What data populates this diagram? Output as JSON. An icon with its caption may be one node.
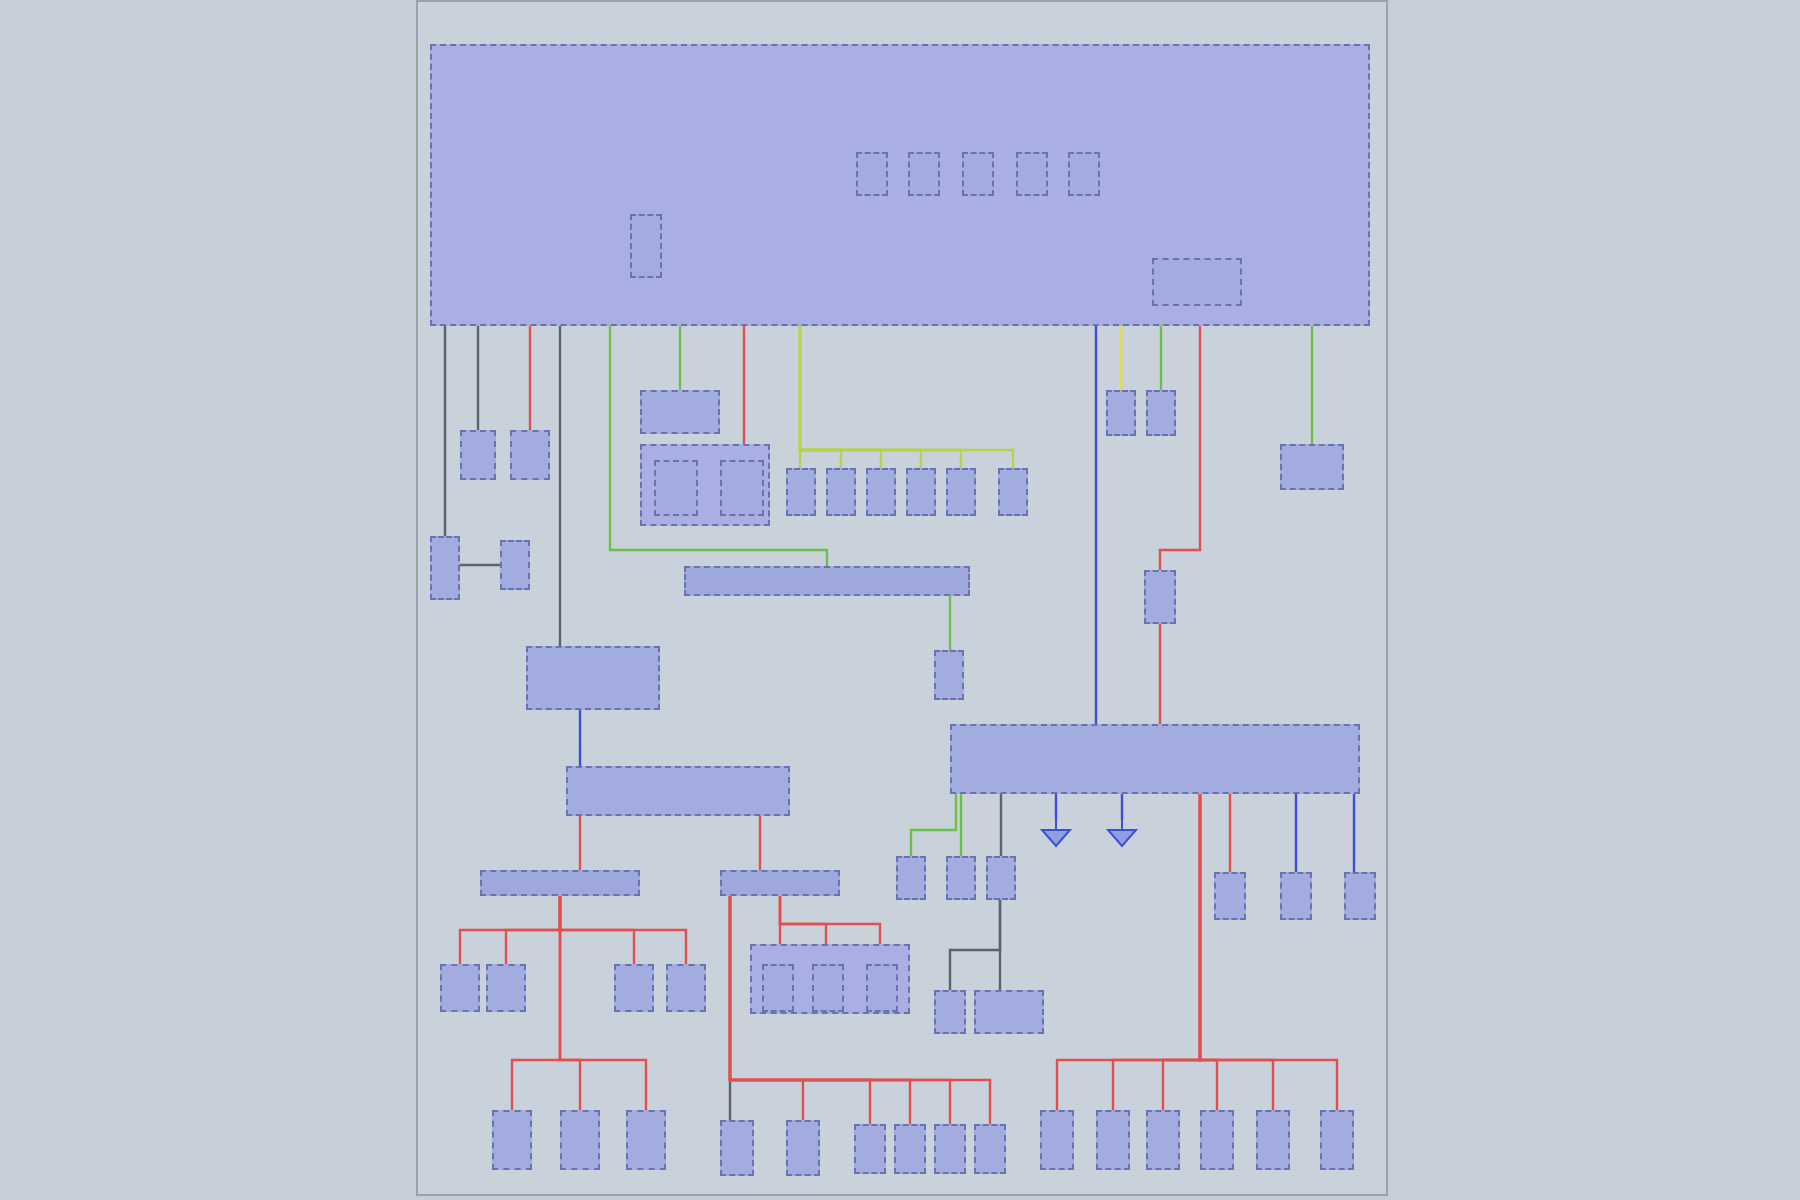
{
  "diagram": {
    "nodes": [
      {
        "text": [],
        "shape": "box"
      },
      {
        "text": [],
        "shape": "box",
        "in": 0
      },
      {
        "text": [],
        "shape": "box",
        "in": 0
      },
      {
        "text": [],
        "shape": "box",
        "in": 0
      },
      {
        "text": [],
        "shape": "box",
        "in": 0
      },
      {
        "text": [],
        "shape": "box",
        "in": 0
      },
      {
        "text": [],
        "shape": "box",
        "in": 0
      },
      {
        "text": [],
        "shape": "box",
        "in": 0
      },
      {
        "text": [],
        "shape": "box"
      },
      {
        "text": [],
        "shape": "box"
      },
      {
        "text": [],
        "shape": "box"
      },
      {
        "text": [],
        "shape": "box"
      },
      {
        "text": [],
        "shape": "box"
      },
      {
        "text": [],
        "shape": "box"
      },
      {
        "text": [],
        "shape": "box",
        "in": 13
      },
      {
        "text": [],
        "shape": "box",
        "in": 13
      },
      {
        "text": [],
        "shape": "box"
      },
      {
        "text": [],
        "shape": "box"
      },
      {
        "text": [],
        "shape": "box"
      },
      {
        "text": [],
        "shape": "box"
      },
      {
        "text": [],
        "shape": "box"
      },
      {
        "text": [],
        "shape": "box"
      },
      {
        "text": [],
        "shape": "box"
      },
      {
        "text": [],
        "shape": "box"
      },
      {
        "text": [],
        "shape": "box"
      },
      {
        "text": [],
        "shape": "box"
      },
      {
        "text": [],
        "shape": "bar"
      },
      {
        "text": [],
        "shape": "box"
      },
      {
        "text": [],
        "shape": "box"
      },
      {
        "text": [],
        "shape": "box"
      },
      {
        "text": [],
        "shape": "box"
      },
      {
        "text": [],
        "shape": "bar"
      },
      {
        "text": [],
        "shape": "bar"
      },
      {
        "text": [],
        "shape": "box"
      },
      {
        "text": [],
        "shape": "box"
      },
      {
        "text": [],
        "shape": "box"
      },
      {
        "text": [],
        "shape": "box"
      },
      {
        "text": [],
        "shape": "box"
      },
      {
        "text": [],
        "shape": "box"
      },
      {
        "text": [],
        "shape": "box"
      },
      {
        "text": [],
        "shape": "box"
      },
      {
        "text": [],
        "shape": "box",
        "in": 40
      },
      {
        "text": [],
        "shape": "box",
        "in": 40
      },
      {
        "text": [],
        "shape": "box",
        "in": 40
      },
      {
        "text": [],
        "shape": "box"
      },
      {
        "text": [],
        "shape": "box"
      },
      {
        "text": [],
        "shape": "box"
      },
      {
        "text": [],
        "shape": "box"
      },
      {
        "text": [],
        "shape": "box"
      },
      {
        "text": [],
        "shape": "box"
      },
      {
        "text": [],
        "shape": "box"
      },
      {
        "text": [],
        "shape": "box"
      },
      {
        "text": [],
        "shape": "box"
      },
      {
        "text": [],
        "shape": "box"
      },
      {
        "text": [],
        "shape": "box"
      },
      {
        "text": [],
        "shape": "box"
      },
      {
        "text": [],
        "shape": "box"
      },
      {
        "text": [],
        "shape": "box"
      },
      {
        "text": [],
        "shape": "box"
      },
      {
        "text": [],
        "shape": "box"
      },
      {
        "text": [],
        "shape": "box"
      },
      {
        "text": [],
        "shape": "box"
      },
      {
        "text": [],
        "shape": "box"
      },
      {
        "text": [],
        "shape": "box"
      },
      {
        "text": [],
        "shape": "ground"
      },
      {
        "text": [],
        "shape": "ground"
      }
    ],
    "edges": [
      {
        "from": 0,
        "to": 8,
        "arrow": "none",
        "color": "#5a6270"
      },
      {
        "from": 0,
        "to": 9,
        "arrow": "none",
        "color": "#e05050"
      },
      {
        "from": 0,
        "to": 10,
        "arrow": "none",
        "color": "#5a6270"
      },
      {
        "from": 10,
        "to": 11,
        "arrow": "none",
        "color": "#5a6270"
      },
      {
        "from": 0,
        "to": 12,
        "arrow": "none",
        "color": "#6cc04a"
      },
      {
        "from": 0,
        "to": 13,
        "arrow": "none",
        "color": "#e05050"
      },
      {
        "from": 0,
        "to": 16,
        "arrow": "none",
        "color": "#b8d04a"
      },
      {
        "from": 0,
        "to": 17,
        "arrow": "none",
        "color": "#b8d04a"
      },
      {
        "from": 0,
        "to": 18,
        "arrow": "none",
        "color": "#b8d04a"
      },
      {
        "from": 0,
        "to": 19,
        "arrow": "none",
        "color": "#b8d04a"
      },
      {
        "from": 0,
        "to": 20,
        "arrow": "none",
        "color": "#b8d04a"
      },
      {
        "from": 0,
        "to": 21,
        "arrow": "none",
        "color": "#b8d04a"
      },
      {
        "from": 0,
        "to": 22,
        "arrow": "none",
        "color": "#e0e040"
      },
      {
        "from": 0,
        "to": 23,
        "arrow": "none",
        "color": "#6cc04a"
      },
      {
        "from": 0,
        "to": 24,
        "arrow": "none",
        "color": "#6cc04a"
      },
      {
        "from": 0,
        "to": 25,
        "arrow": "none",
        "color": "#e05050"
      },
      {
        "from": 0,
        "to": 26,
        "arrow": "none",
        "color": "#6cc04a"
      },
      {
        "from": 0,
        "to": 27,
        "arrow": "none",
        "color": "#5a6270"
      },
      {
        "from": 0,
        "to": 29,
        "arrow": "none",
        "color": "#3b4fd8"
      },
      {
        "from": 25,
        "to": 29,
        "arrow": "none",
        "color": "#e05050"
      },
      {
        "from": 26,
        "to": 28,
        "arrow": "none",
        "color": "#6cc04a"
      },
      {
        "from": 27,
        "to": 30,
        "arrow": "none",
        "color": "#3b4fd8"
      },
      {
        "from": 30,
        "to": 31,
        "arrow": "none",
        "color": "#e05050"
      },
      {
        "from": 30,
        "to": 32,
        "arrow": "none",
        "color": "#e05050"
      },
      {
        "from": 31,
        "to": 33,
        "arrow": "none",
        "color": "#e05050"
      },
      {
        "from": 31,
        "to": 34,
        "arrow": "none",
        "color": "#e05050"
      },
      {
        "from": 31,
        "to": 35,
        "arrow": "none",
        "color": "#e05050"
      },
      {
        "from": 31,
        "to": 36,
        "arrow": "none",
        "color": "#e05050"
      },
      {
        "from": 31,
        "to": 37,
        "arrow": "none",
        "color": "#e05050"
      },
      {
        "from": 31,
        "to": 38,
        "arrow": "none",
        "color": "#e05050"
      },
      {
        "from": 31,
        "to": 39,
        "arrow": "none",
        "color": "#e05050"
      },
      {
        "from": 32,
        "to": 41,
        "arrow": "none",
        "color": "#e05050"
      },
      {
        "from": 32,
        "to": 42,
        "arrow": "none",
        "color": "#e05050"
      },
      {
        "from": 32,
        "to": 43,
        "arrow": "none",
        "color": "#e05050"
      },
      {
        "from": 32,
        "to": 44,
        "arrow": "none",
        "color": "#5a6270"
      },
      {
        "from": 32,
        "to": 45,
        "arrow": "none",
        "color": "#e05050"
      },
      {
        "from": 32,
        "to": 46,
        "arrow": "none",
        "color": "#e05050"
      },
      {
        "from": 32,
        "to": 47,
        "arrow": "none",
        "color": "#e05050"
      },
      {
        "from": 32,
        "to": 48,
        "arrow": "none",
        "color": "#e05050"
      },
      {
        "from": 32,
        "to": 49,
        "arrow": "none",
        "color": "#e05050"
      },
      {
        "from": 29,
        "to": 50,
        "arrow": "none",
        "color": "#6cc04a"
      },
      {
        "from": 29,
        "to": 51,
        "arrow": "none",
        "color": "#6cc04a"
      },
      {
        "from": 29,
        "to": 52,
        "arrow": "none",
        "color": "#5a6270"
      },
      {
        "from": 52,
        "to": 53,
        "arrow": "none",
        "color": "#5a6270"
      },
      {
        "from": 52,
        "to": 54,
        "arrow": "none",
        "color": "#5a6270"
      },
      {
        "from": 29,
        "to": 55,
        "arrow": "none",
        "color": "#e05050"
      },
      {
        "from": 29,
        "to": 56,
        "arrow": "none",
        "color": "#3b4fd8"
      },
      {
        "from": 29,
        "to": 57,
        "arrow": "none",
        "color": "#3b4fd8"
      },
      {
        "from": 29,
        "to": 58,
        "arrow": "none",
        "color": "#e05050"
      },
      {
        "from": 29,
        "to": 59,
        "arrow": "none",
        "color": "#e05050"
      },
      {
        "from": 29,
        "to": 60,
        "arrow": "none",
        "color": "#e05050"
      },
      {
        "from": 29,
        "to": 61,
        "arrow": "none",
        "color": "#e05050"
      },
      {
        "from": 29,
        "to": 62,
        "arrow": "none",
        "color": "#e05050"
      },
      {
        "from": 29,
        "to": 63,
        "arrow": "none",
        "color": "#e05050"
      },
      {
        "from": 29,
        "to": 64,
        "arrow": "none",
        "color": "#3b4fd8"
      },
      {
        "from": 29,
        "to": 65,
        "arrow": "none",
        "color": "#3b4fd8"
      }
    ]
  }
}
